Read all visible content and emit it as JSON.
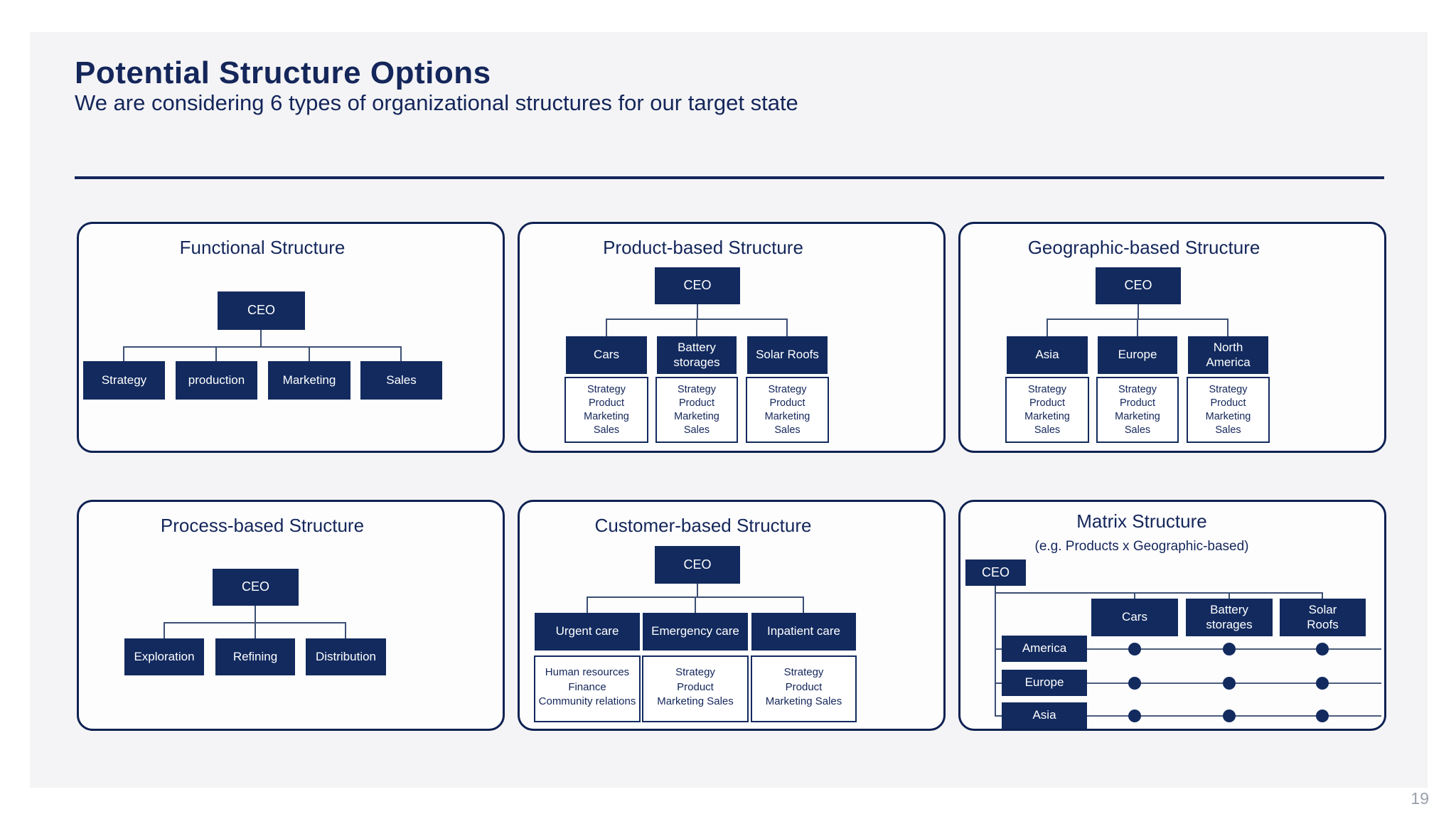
{
  "slide": {
    "title": "Potential Structure Options",
    "subtitle": "We are considering 6 types of organizational structures for our target state",
    "page_number": "19",
    "colors": {
      "navy_box": "#122a5e",
      "navy_text": "#14265a",
      "panel_border": "#0e2152",
      "connector_line": "#3c4f73",
      "slide_background": "#f4f4f6",
      "page_number_gray": "#9aa0ab"
    }
  },
  "panels": {
    "functional": {
      "title": "Functional Structure",
      "root": "CEO",
      "children": [
        "Strategy",
        "production",
        "Marketing",
        "Sales"
      ]
    },
    "product": {
      "title": "Product-based Structure",
      "root": "CEO",
      "children": [
        "Cars",
        "Battery storages",
        "Solar Roofs"
      ],
      "sublists": [
        "Strategy\nProduct\nMarketing\nSales",
        "Strategy\nProduct\nMarketing\nSales",
        "Strategy\nProduct\nMarketing\nSales"
      ]
    },
    "geographic": {
      "title": "Geographic-based Structure",
      "root": "CEO",
      "children": [
        "Asia",
        "Europe",
        "North America"
      ],
      "sublists": [
        "Strategy\nProduct\nMarketing\nSales",
        "Strategy\nProduct\nMarketing\nSales",
        "Strategy\nProduct\nMarketing\nSales"
      ]
    },
    "process": {
      "title": "Process-based Structure",
      "root": "CEO",
      "children": [
        "Exploration",
        "Refining",
        "Distribution"
      ]
    },
    "customer": {
      "title": "Customer-based Structure",
      "root": "CEO",
      "children": [
        "Urgent care",
        "Emergency care",
        "Inpatient care"
      ],
      "sublists": [
        "Human resources\nFinance\nCommunity relations",
        "Strategy\nProduct\nMarketing Sales",
        "Strategy\nProduct\nMarketing Sales"
      ]
    },
    "matrix": {
      "title": "Matrix Structure",
      "subtitle": "(e.g. Products x Geographic-based)",
      "root": "CEO",
      "columns": [
        "Cars",
        "Battery storages",
        "Solar Roofs"
      ],
      "rows": [
        "America",
        "Europe",
        "Asia"
      ]
    }
  }
}
